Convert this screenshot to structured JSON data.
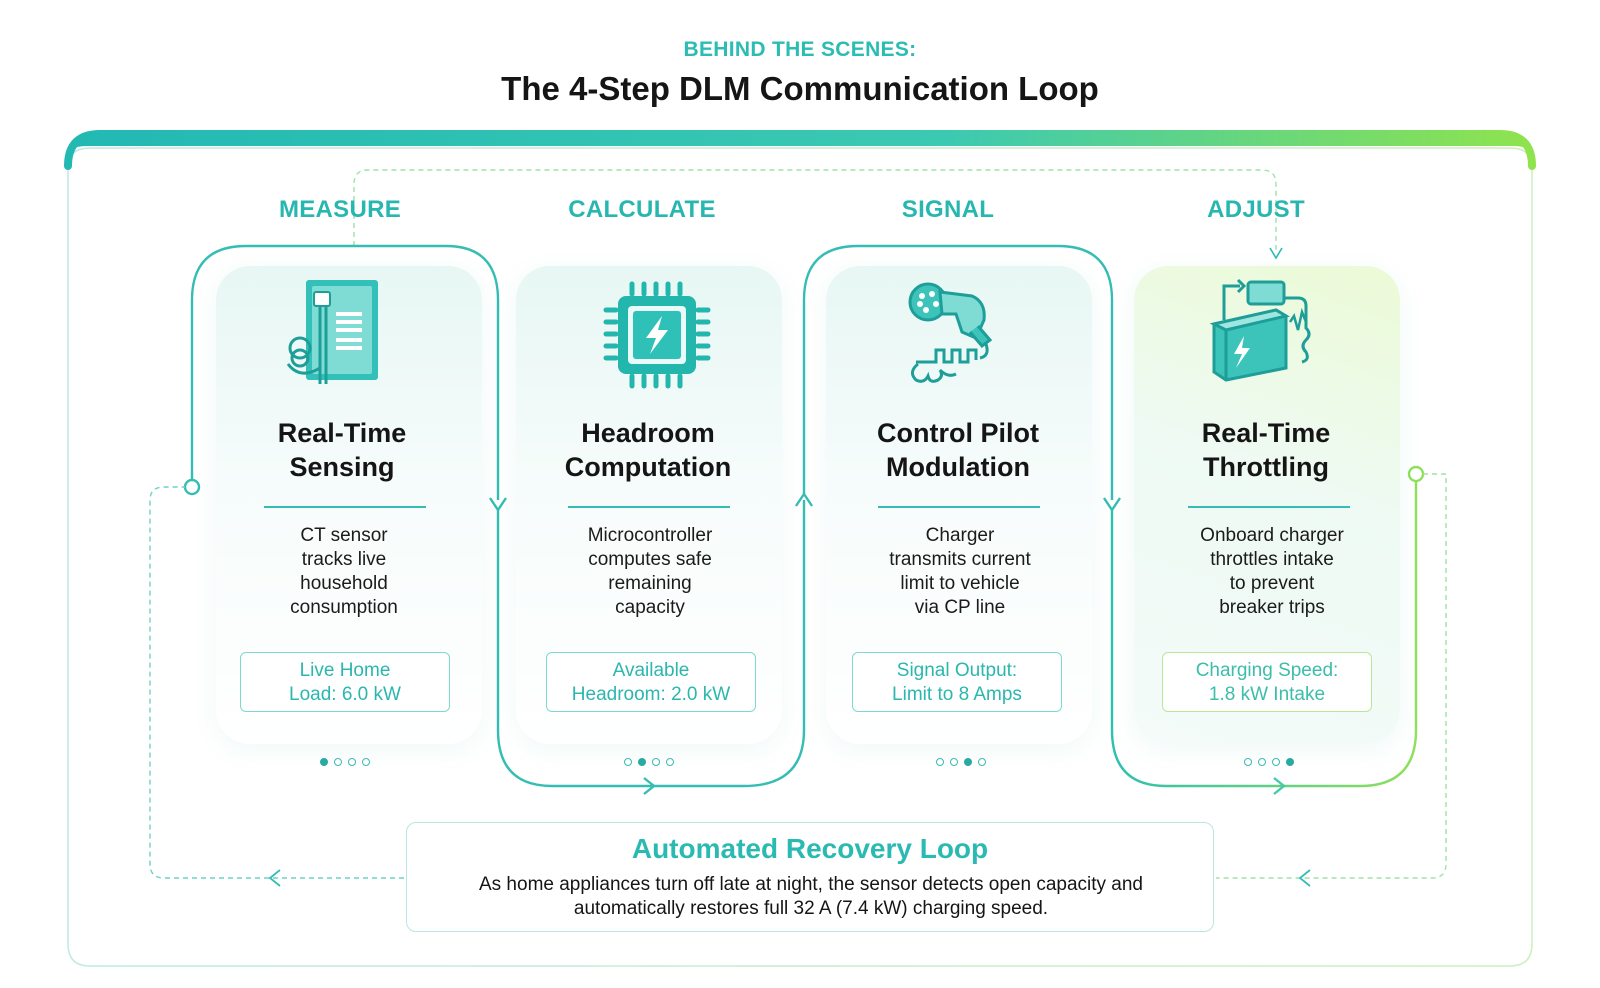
{
  "header": {
    "eyebrow": "BEHIND THE SCENES:",
    "title": "The 4-Step DLM Communication Loop"
  },
  "colors": {
    "teal": "#2bbcb4",
    "green": "#8ee05a",
    "dark_text": "#151515"
  },
  "steps": [
    {
      "label": "MEASURE",
      "title_line1": "Real-Time",
      "title_line2": "Sensing",
      "desc_lines": [
        "CT sensor",
        "tracks live",
        "household",
        "consumption"
      ],
      "metric_line1": "Live Home",
      "metric_line2": "Load: 6.0 kW",
      "icon": "electrical-panel-sensor-icon",
      "active_dot": 1
    },
    {
      "label": "CALCULATE",
      "title_line1": "Headroom",
      "title_line2": "Computation",
      "desc_lines": [
        "Microcontroller",
        "computes safe",
        "remaining",
        "capacity"
      ],
      "metric_line1": "Available",
      "metric_line2": "Headroom: 2.0 kW",
      "icon": "microchip-bolt-icon",
      "active_dot": 2
    },
    {
      "label": "SIGNAL",
      "title_line1": "Control Pilot",
      "title_line2": "Modulation",
      "desc_lines": [
        "Charger",
        "transmits current",
        "limit to vehicle",
        "via CP line"
      ],
      "metric_line1": "Signal Output:",
      "metric_line2": "Limit to 8 Amps",
      "icon": "charging-plug-signal-icon",
      "active_dot": 3
    },
    {
      "label": "ADJUST",
      "title_line1": "Real-Time",
      "title_line2": "Throttling",
      "desc_lines": [
        "Onboard charger",
        "throttles intake",
        "to prevent",
        "breaker trips"
      ],
      "metric_line1": "Charging Speed:",
      "metric_line2": "1.8 kW Intake",
      "icon": "battery-charger-icon",
      "active_dot": 4
    }
  ],
  "recovery": {
    "title": "Automated Recovery Loop",
    "line1": "As home appliances turn off late at night, the sensor detects open capacity and",
    "line2": "automatically restores full 32 A (7.4 kW) charging speed."
  }
}
